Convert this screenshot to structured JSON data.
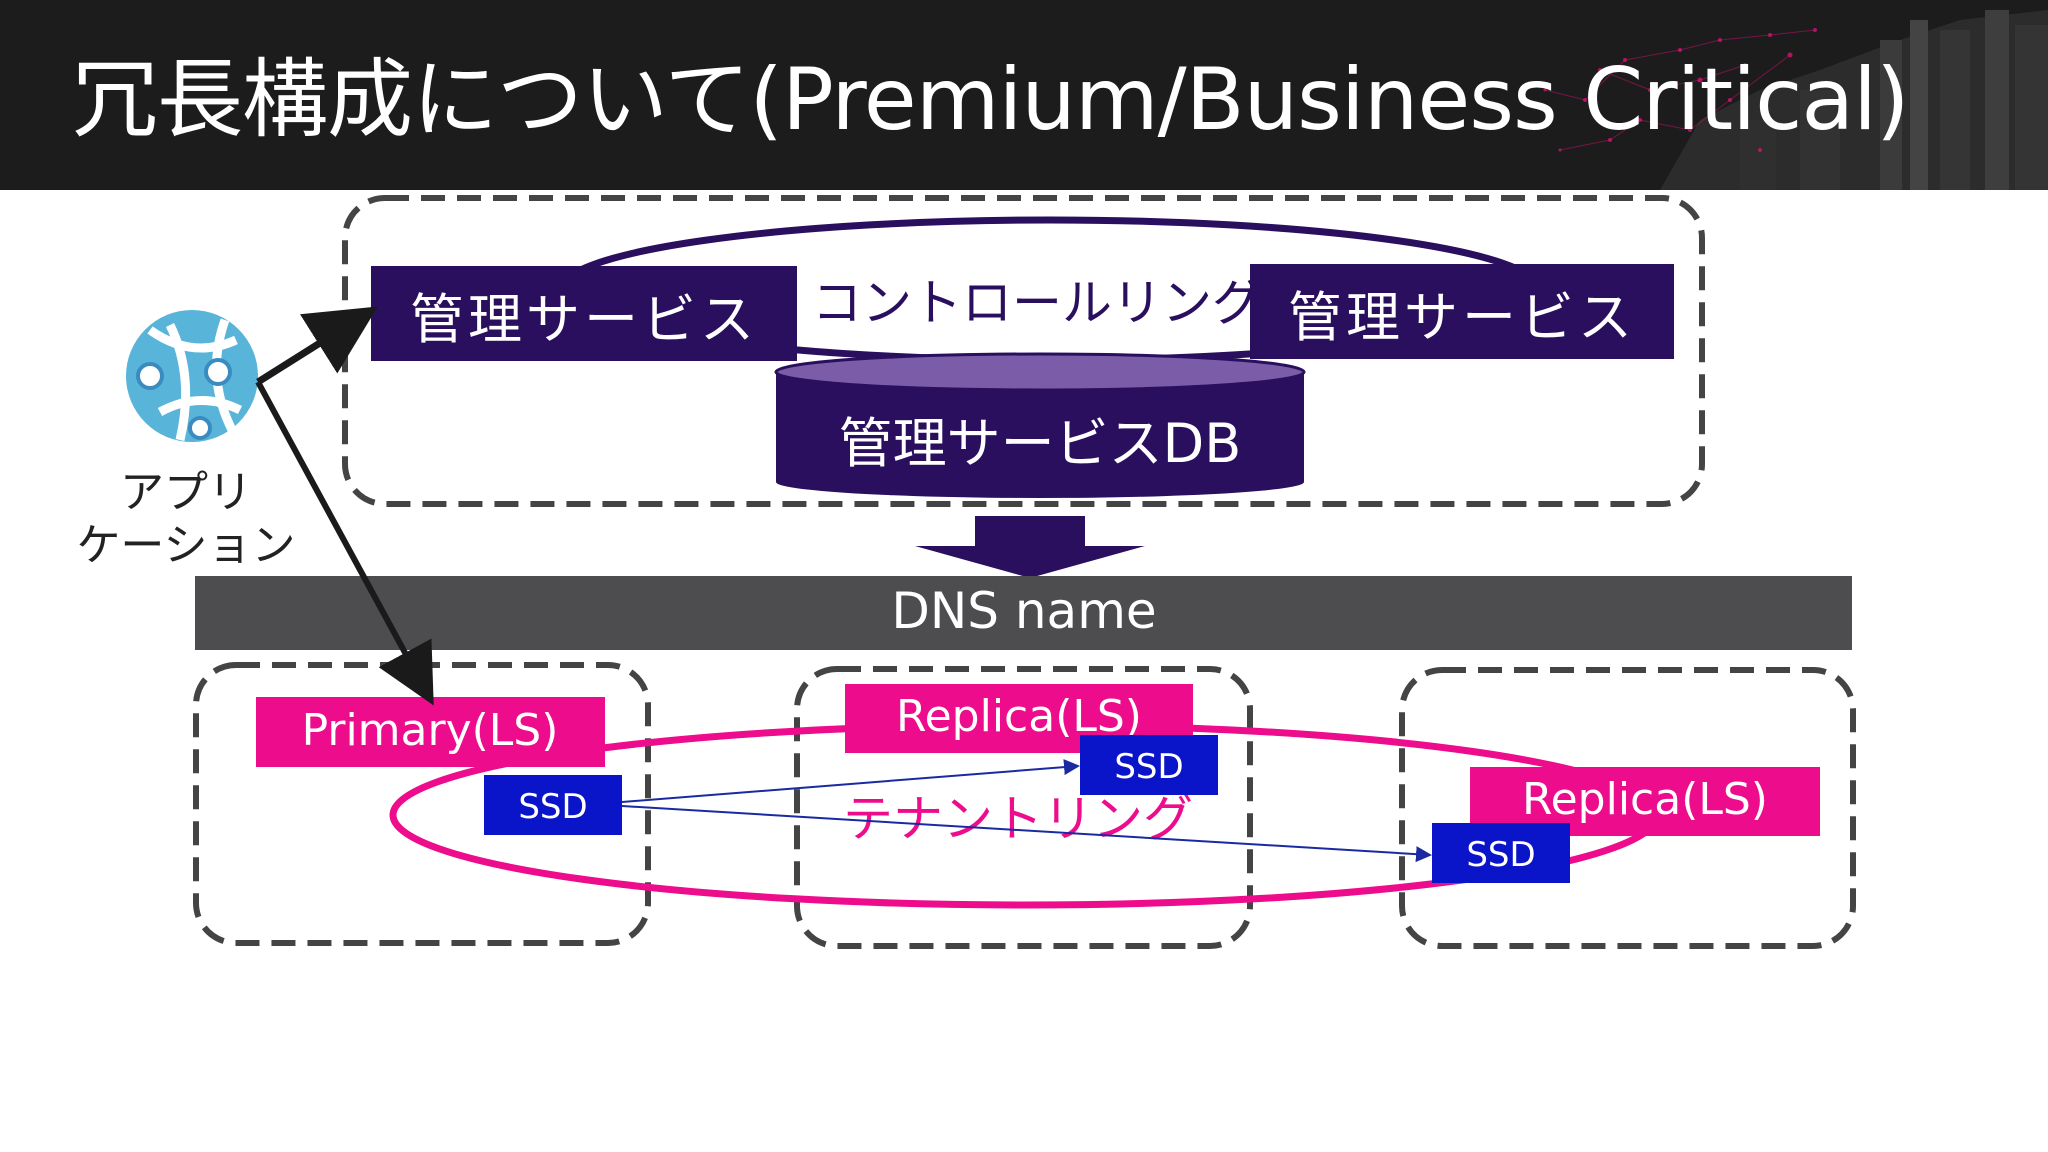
{
  "title": "冗長構成について(Premium/Business Critical)",
  "control_plane": {
    "service_left": "管理サービス",
    "service_right": "管理サービス",
    "ring_label": "コントロールリング",
    "db_label": "管理サービスDB"
  },
  "app": {
    "label_line1": "アプリ",
    "label_line2": "ケーション"
  },
  "dns_bar": "DNS name",
  "replicas": {
    "primary": "Primary(LS)",
    "replica_middle": "Replica(LS)",
    "replica_right": "Replica(LS)",
    "ssd": "SSD"
  },
  "tenant_ring_label": "テナントリング",
  "colors": {
    "header_bg": "#1c1c1c",
    "navy": "#2a0f5f",
    "magenta": "#ec0c8c",
    "ssd_blue": "#0a14c8",
    "dns_gray": "#4d4d4f",
    "dash_gray": "#444444"
  }
}
